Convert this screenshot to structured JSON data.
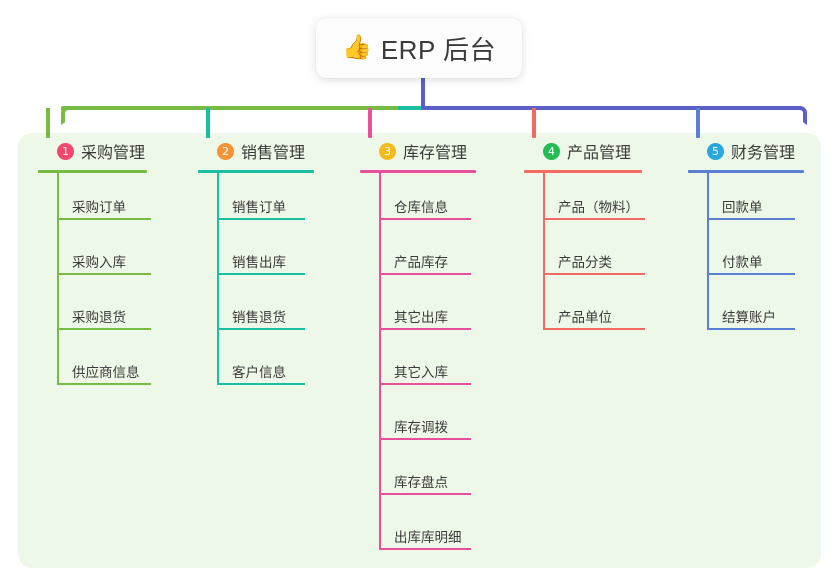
{
  "diagram": {
    "type": "mind-map",
    "root": {
      "emoji": "👍",
      "emoji_name": "thumbs-up-emoji",
      "title": "ERP 后台"
    },
    "panel_color": "#eef8e8",
    "root_stem_color": "#5b5fc7",
    "branches": [
      {
        "index": "1",
        "label": "采购管理",
        "badge_color": "#f2476d",
        "line_color": "#78bb42",
        "children": [
          "采购订单",
          "采购入库",
          "采购退货",
          "供应商信息"
        ]
      },
      {
        "index": "2",
        "label": "销售管理",
        "badge_color": "#f79337",
        "line_color": "#19bfa0",
        "children": [
          "销售订单",
          "销售出库",
          "销售退货",
          "客户信息"
        ]
      },
      {
        "index": "3",
        "label": "库存管理",
        "badge_color": "#f5bb1d",
        "line_color": "#e8509b",
        "children": [
          "仓库信息",
          "产品库存",
          "其它出库",
          "其它入库",
          "库存调拨",
          "库存盘点",
          "出库库明细"
        ]
      },
      {
        "index": "4",
        "label": "产品管理",
        "badge_color": "#22bb55",
        "line_color": "#f36a62",
        "children": [
          "产品（物料）",
          "产品分类",
          "产品单位"
        ]
      },
      {
        "index": "5",
        "label": "财务管理",
        "badge_color": "#29a7e1",
        "line_color": "#5b7fd4",
        "children": [
          "回款单",
          "付款单",
          "结算账户"
        ]
      }
    ]
  }
}
